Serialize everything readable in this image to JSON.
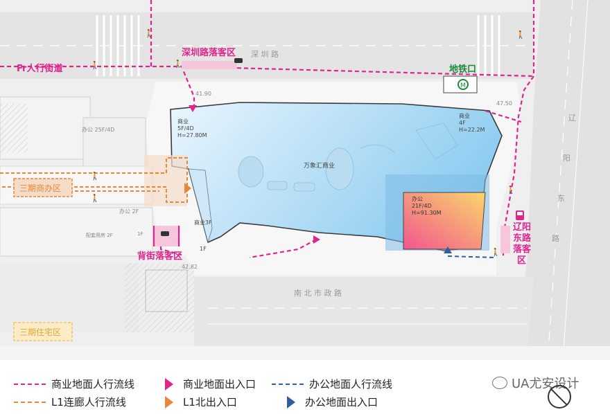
{
  "map": {
    "roads": {
      "shenzhen_road": "深 圳 路",
      "nanbei_road": "南 北 市 政 路",
      "liaoyang_road": "辽 阳 东 路"
    },
    "zones": {
      "fr_street": "Fr人行街道",
      "phase3_office": "三期商办区",
      "phase3_residential": "三期住宅区"
    },
    "drop_offs": {
      "shenzhen_road": "深圳路落客区",
      "back_street": "背街落客区",
      "liaoyang_road": "辽阳东路落客区"
    },
    "metro_exit": "地铁口",
    "elevations": [
      "41.90",
      "47.50",
      "42.82"
    ],
    "buildings": {
      "mall_name": "万象汇商业",
      "commerce_west": [
        "商业",
        "5F/4D",
        "H=27.80M"
      ],
      "commerce_east": [
        "商业",
        "4F",
        "H=22.2M"
      ],
      "office_tower": [
        "办公",
        "21F/4D",
        "H=91.30M"
      ],
      "commerce_3f": "商业3F",
      "neighbor_office": "办公 25F/4D",
      "neighbor_office_2": "办公 2F",
      "parking_ramp": "配套用房 2F",
      "neighbor_1f": "1F",
      "tower_1f": "1F"
    },
    "colors": {
      "commerce_flow": "#e0248c",
      "l1_flow": "#e8863a",
      "office_flow": "#2e5f9e",
      "building_blue_light": "#e3f3fc",
      "building_blue": "#9fd2f0",
      "office_pink": "#f05c8e",
      "office_yellow": "#f9d56e",
      "zone_orange": "#f0a060",
      "zone_yellow": "#f6cf85",
      "metro_green": "#1d8a3c"
    }
  },
  "legend": [
    {
      "label": "商业地面人行流线",
      "kind": "line",
      "color": "#e0248c"
    },
    {
      "label": "商业地面出入口",
      "kind": "triangle",
      "color": "#e0248c"
    },
    {
      "label": "办公地面人行流线",
      "kind": "line",
      "color": "#2e5f9e"
    },
    {
      "label": "L1连廊人行流线",
      "kind": "line",
      "color": "#e8863a"
    },
    {
      "label": "L1北出入口",
      "kind": "triangle",
      "color": "#e8863a"
    },
    {
      "label": "办公地面出入口",
      "kind": "triangle",
      "color": "#2e5f9e"
    }
  ],
  "watermark": "UA尤安设计"
}
